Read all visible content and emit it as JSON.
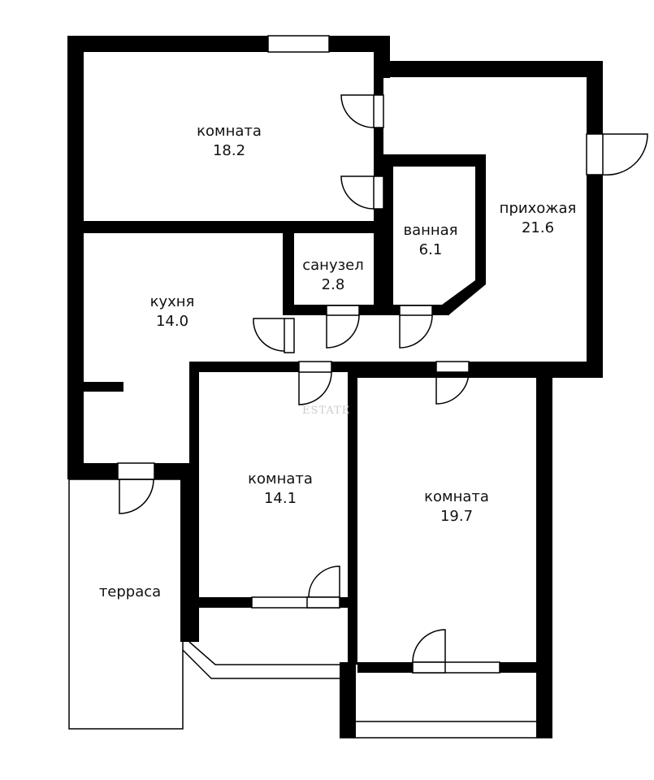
{
  "rooms": [
    {
      "name": "комната",
      "area": "18.2"
    },
    {
      "name": "прихожая",
      "area": "21.6"
    },
    {
      "name": "ванная",
      "area": "6.1"
    },
    {
      "name": "санузел",
      "area": "2.8"
    },
    {
      "name": "кухня",
      "area": "14.0"
    },
    {
      "name": "комната",
      "area": "14.1"
    },
    {
      "name": "комната",
      "area": "19.7"
    },
    {
      "name": "терраса",
      "area": ""
    }
  ],
  "watermark": "ESTATE",
  "colors": {
    "wall": "#000000",
    "background": "#ffffff"
  }
}
